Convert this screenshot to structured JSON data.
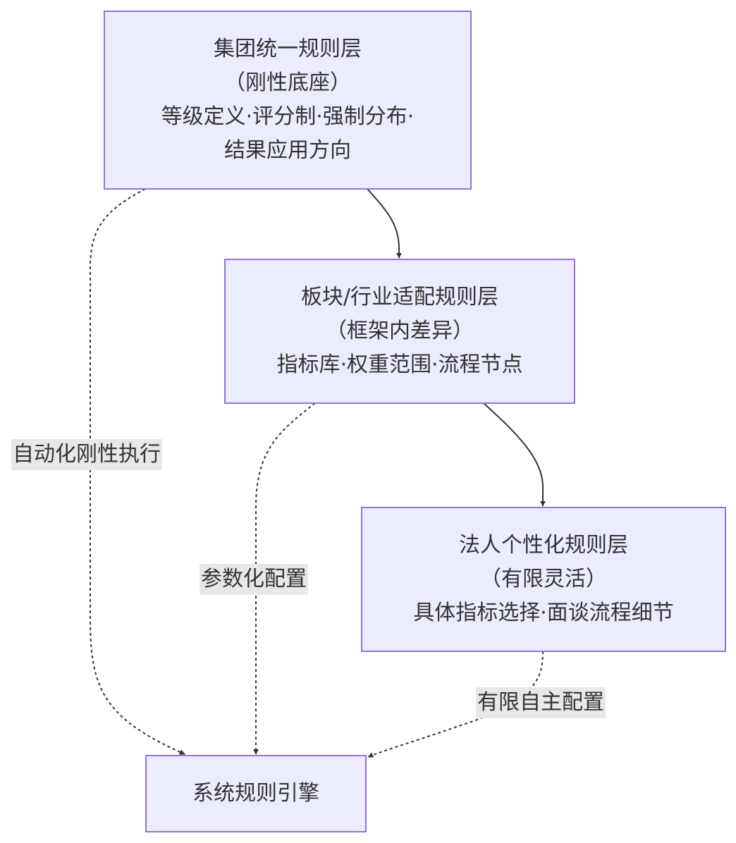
{
  "colors": {
    "node_fill": "#ececff",
    "node_border": "#9370db",
    "text": "#333333",
    "edge": "#333333",
    "edge_label_bg": "#e8e8e8"
  },
  "nodes": {
    "group": {
      "lines": [
        "集团统一规则层",
        "（刚性底座）",
        "等级定义·评分制·强制分布·",
        "结果应用方向"
      ]
    },
    "sector": {
      "lines": [
        "板块/行业适配规则层",
        "（框架内差异）",
        "指标库·权重范围·流程节点"
      ]
    },
    "entity": {
      "lines": [
        "法人个性化规则层",
        "（有限灵活）",
        "具体指标选择·面谈流程细节"
      ]
    },
    "engine": {
      "lines": [
        "系统规则引擎"
      ]
    }
  },
  "edges": [
    {
      "from": "group",
      "to": "sector",
      "style": "solid",
      "label": ""
    },
    {
      "from": "sector",
      "to": "entity",
      "style": "solid",
      "label": ""
    },
    {
      "from": "group",
      "to": "engine",
      "style": "dashed",
      "label": "自动化刚性执行"
    },
    {
      "from": "sector",
      "to": "engine",
      "style": "dashed",
      "label": "参数化配置"
    },
    {
      "from": "entity",
      "to": "engine",
      "style": "dashed",
      "label": "有限自主配置"
    }
  ]
}
